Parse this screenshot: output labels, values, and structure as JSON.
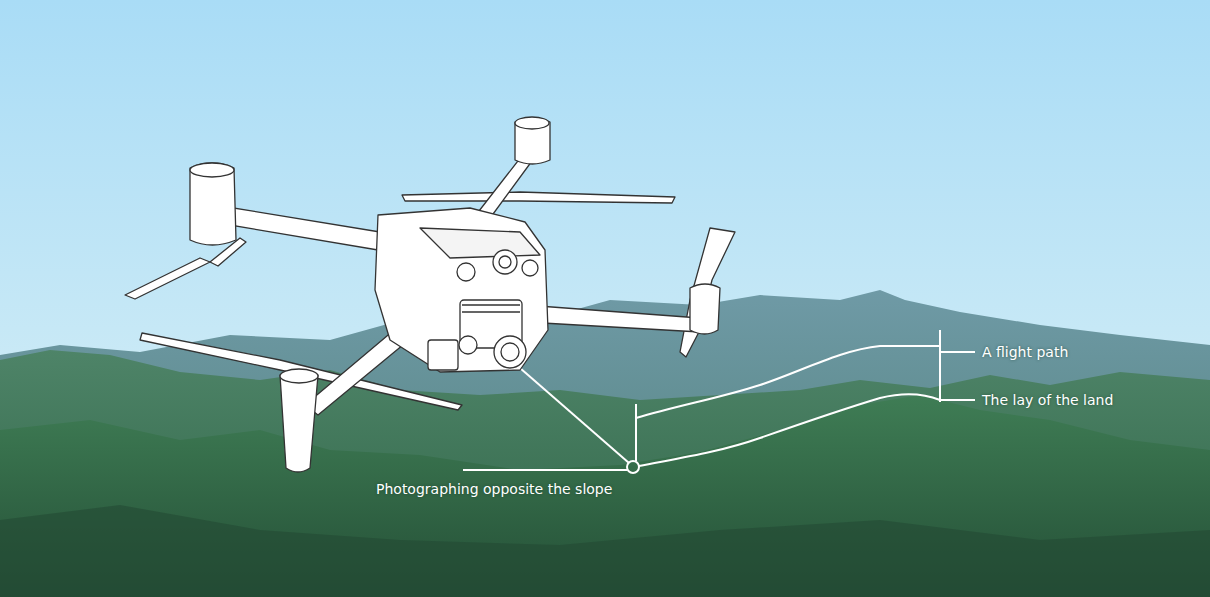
{
  "diagram": {
    "labels": [
      "A flight path",
      "The lay of the land",
      "Photographing opposite the slope"
    ]
  }
}
